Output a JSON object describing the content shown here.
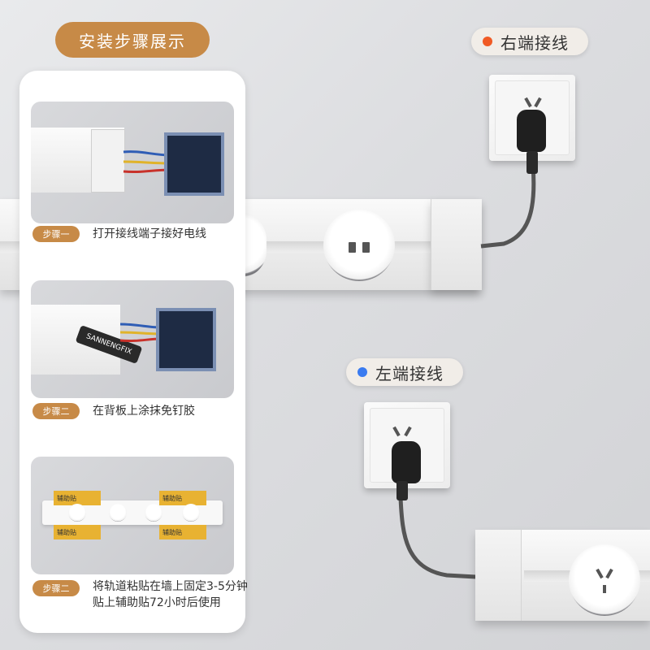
{
  "panel": {
    "title": "安装步骤展示",
    "steps": [
      {
        "badge": "步骤一",
        "text": "打开接线端子接好电线"
      },
      {
        "badge": "步骤二",
        "text": "在背板上涂抹免钉胶"
      },
      {
        "badge": "步骤二",
        "text_line1": "将轨道粘贴在墙上固定3-5分钟",
        "text_line2": "贴上辅助贴72小时后使用"
      }
    ],
    "battery_label": "SANNENGFIX",
    "sticker_label": "辅助贴"
  },
  "labels": {
    "right": "右端接线",
    "left": "左端接线"
  },
  "colors": {
    "accent": "#c78a47",
    "right_dot": "#f05a24",
    "left_dot": "#3a7bf0"
  }
}
